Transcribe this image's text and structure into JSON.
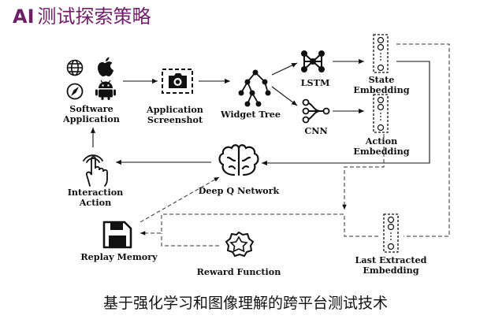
{
  "title": {
    "prefix": "AI",
    "text": "测试探索策略"
  },
  "caption": "基于强化学习和图像理解的跨平台测试技术",
  "colors": {
    "title": "#6f1f68",
    "ink": "#111111"
  },
  "nodes": {
    "software_application": {
      "line1": "Software",
      "line2": "Application",
      "icons": [
        "globe-icon",
        "apple-icon",
        "compass-icon",
        "android-icon"
      ]
    },
    "application_screenshot": {
      "line1": "Application",
      "line2": "Screenshot",
      "icon": "camera-icon"
    },
    "widget_tree": {
      "label": "Widget Tree",
      "icon": "tree-icon"
    },
    "lstm": {
      "label": "LSTM",
      "icon": "lstm-network-icon"
    },
    "cnn": {
      "label": "CNN",
      "icon": "cnn-network-icon"
    },
    "state_embedding": {
      "line1": "State",
      "line2": "Embedding"
    },
    "action_embedding": {
      "line1": "Action",
      "line2": "Embedding"
    },
    "deep_q_network": {
      "label": "Deep Q Network",
      "icon": "brain-icon"
    },
    "interaction_action": {
      "line1": "Interaction",
      "line2": "Action",
      "icon": "touch-hand-icon"
    },
    "replay_memory": {
      "label": "Replay Memory",
      "icon": "floppy-disk-icon"
    },
    "reward_function": {
      "label": "Reward Function",
      "icon": "badge-icon"
    },
    "last_extracted_embedding": {
      "line1": "Last Extracted",
      "line2": "Embedding"
    }
  }
}
